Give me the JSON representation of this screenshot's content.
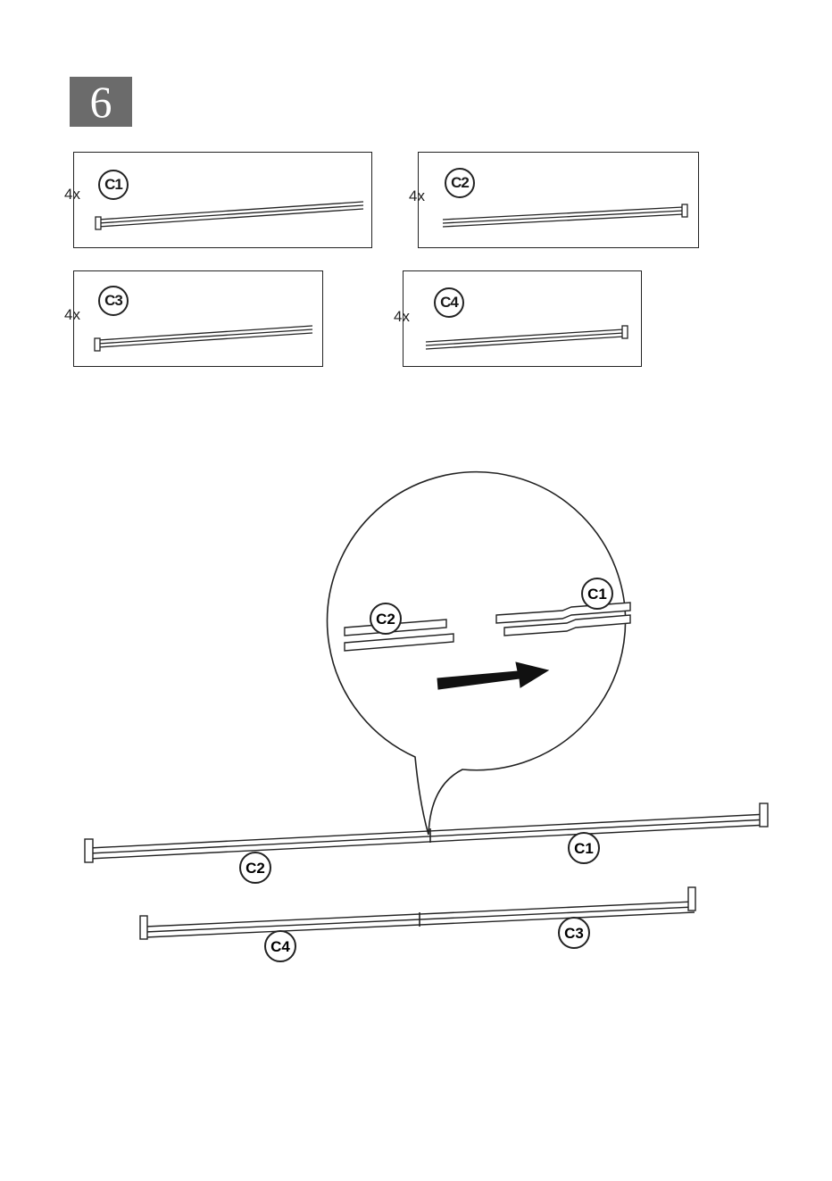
{
  "step": {
    "number": "6"
  },
  "parts": [
    {
      "id": "C1",
      "qty": "4x"
    },
    {
      "id": "C2",
      "qty": "4x"
    },
    {
      "id": "C3",
      "qty": "4x"
    },
    {
      "id": "C4",
      "qty": "4x"
    }
  ],
  "detail_view": {
    "left_label": "C2",
    "right_label": "C1",
    "direction": "arrow-right-icon"
  },
  "assembly": {
    "upper_left_label": "C2",
    "upper_right_label": "C1",
    "lower_left_label": "C4",
    "lower_right_label": "C3"
  }
}
